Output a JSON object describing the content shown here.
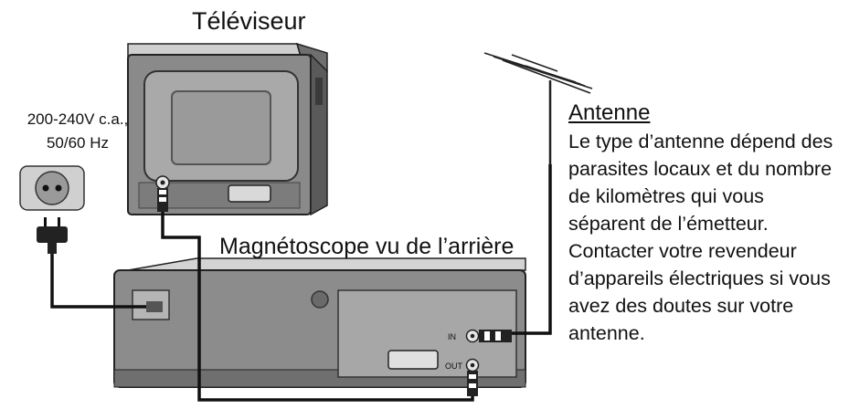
{
  "labels": {
    "tv": "Téléviseur",
    "vcr": "Magnétoscope vu de l’arrière",
    "power_line1": "200-240V c.a.,",
    "power_line2": "50/60 Hz",
    "antenna_title": "Antenne",
    "antenna_desc": [
      "Le type d’antenne dépend des",
      "parasites locaux et du nombre",
      "de kilomètres qui vous",
      "séparent de l’émetteur.",
      "Contacter votre revendeur",
      "d’appareils électriques si vous",
      "avez des doutes sur votre",
      "antenne."
    ],
    "port_in": "IN",
    "port_out": "OUT"
  },
  "colors": {
    "device_dark": "#4a4a4a",
    "device_mid": "#8a8a8a",
    "device_light": "#bdbdbd",
    "cable": "#111111"
  }
}
